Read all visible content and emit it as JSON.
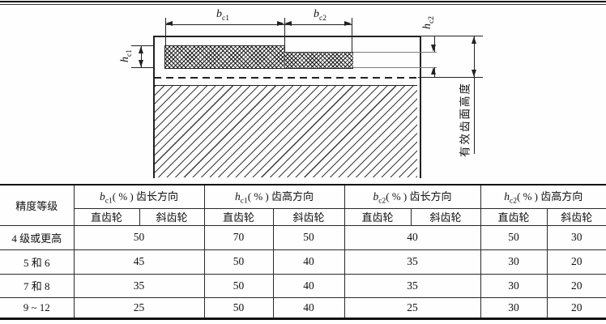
{
  "colors": {
    "line": "#222222",
    "text": "#111111",
    "light_line": "#7d7d7d",
    "background": "#fefefe"
  },
  "diagram": {
    "dims": {
      "b_c1": {
        "sym": "b",
        "sub": "c1"
      },
      "b_c2": {
        "sym": "b",
        "sub": "c2"
      },
      "h_c1": {
        "sym": "h",
        "sub": "c1"
      },
      "h_c2": {
        "sym": "h",
        "sub": "c2"
      }
    },
    "effective_height_label": "有效齿面高度"
  },
  "table": {
    "corner": "精度等级",
    "groups": [
      {
        "sym": "b",
        "sub": "c1",
        "rest": "( % ) 齿长方向"
      },
      {
        "sym": "h",
        "sub": "c1",
        "rest": "( % ) 齿高方向"
      },
      {
        "sym": "b",
        "sub": "c2",
        "rest": "( % ) 齿长方向"
      },
      {
        "sym": "h",
        "sub": "c2",
        "rest": "( % ) 齿高方向"
      }
    ],
    "subheaders": [
      "直齿轮",
      "斜齿轮",
      "直齿轮",
      "斜齿轮",
      "直齿轮",
      "斜齿轮",
      "直齿轮",
      "斜齿轮"
    ],
    "rows": [
      {
        "label": "4 级或更高",
        "values": [
          "50",
          "70",
          "50",
          "40",
          "50",
          "30"
        ]
      },
      {
        "label": "5 和 6",
        "values": [
          "45",
          "50",
          "40",
          "35",
          "30",
          "20"
        ]
      },
      {
        "label": "7 和 8",
        "values": [
          "35",
          "50",
          "40",
          "35",
          "30",
          "20"
        ]
      },
      {
        "label": "9 ~ 12",
        "values": [
          "25",
          "50",
          "40",
          "25",
          "30",
          "20"
        ]
      }
    ]
  }
}
